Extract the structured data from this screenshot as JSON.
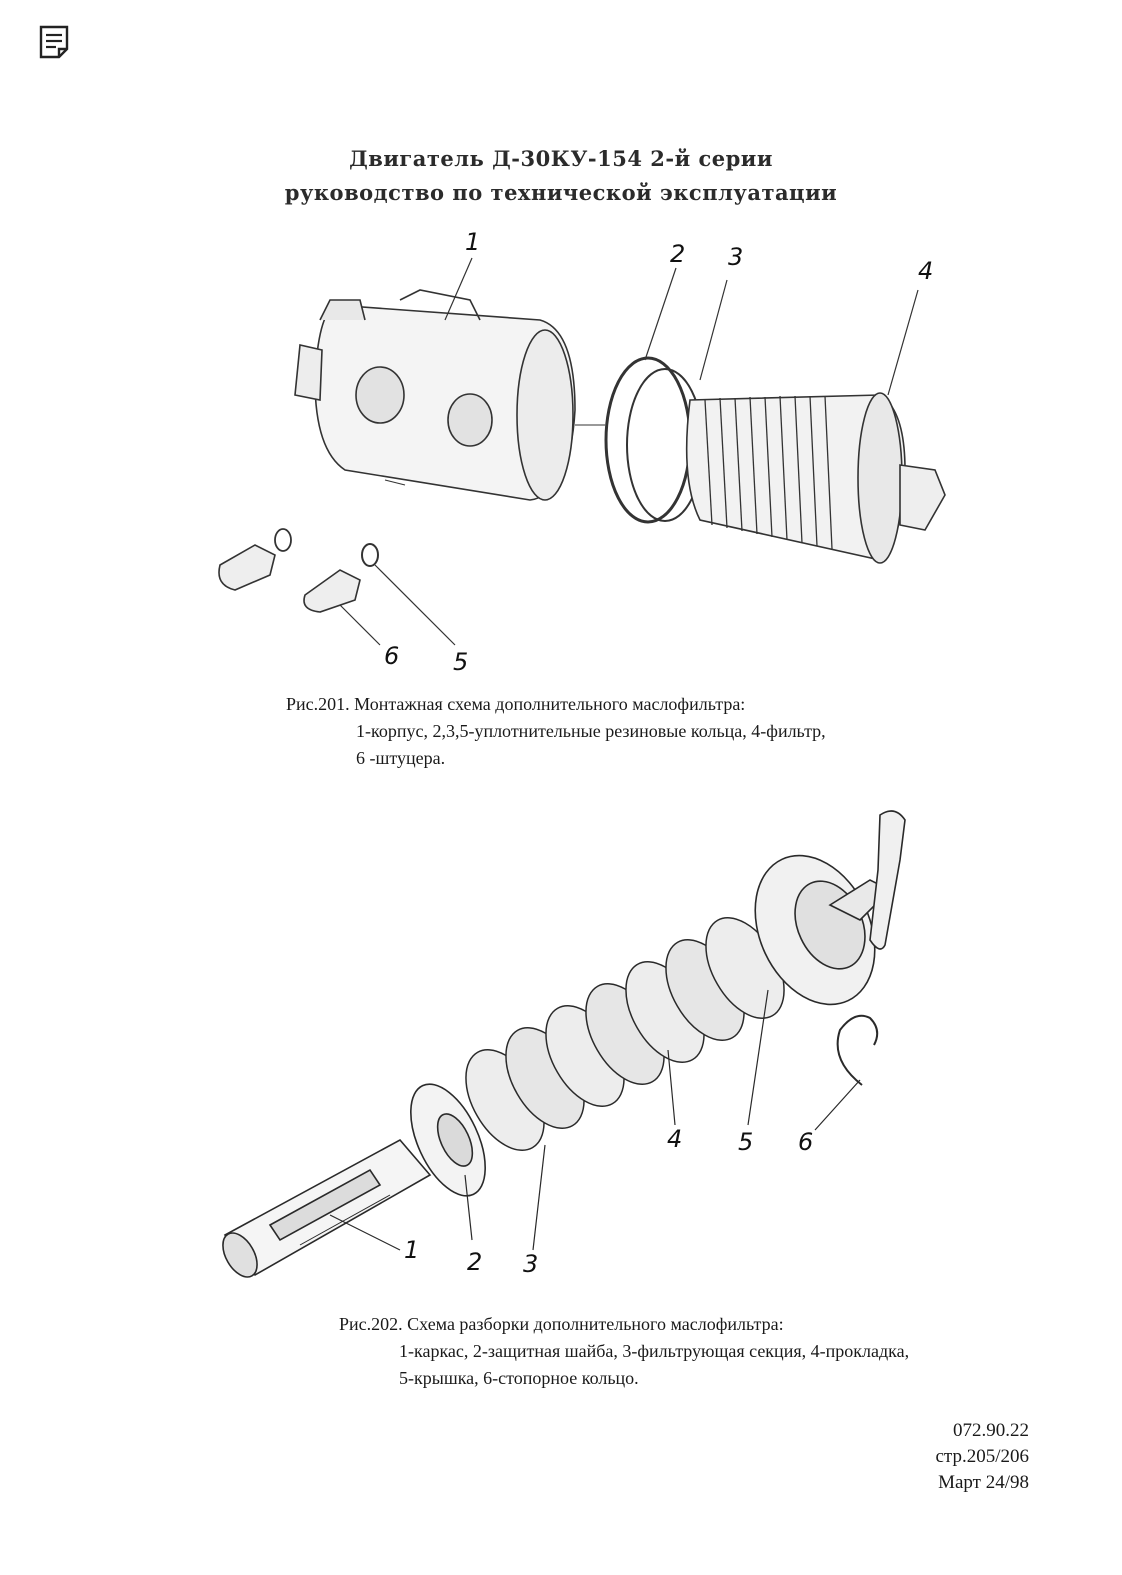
{
  "header": {
    "line1": "Двигатель Д-30КУ-154 2-й серии",
    "line2": "руководство по технической эксплуатации"
  },
  "figure201": {
    "labels": [
      "1",
      "2",
      "3",
      "4",
      "5",
      "6"
    ],
    "caption_title": "Рис.201. Монтажная схема дополнительного маслофильтра:",
    "caption_line1": "1-корпус, 2,3,5-уплотнительные резиновые кольца, 4-фильтр,",
    "caption_line2": "6 -штуцера."
  },
  "figure202": {
    "labels": [
      "1",
      "2",
      "3",
      "4",
      "5",
      "6"
    ],
    "caption_title": "Рис.202. Схема разборки дополнительного маслофильтра:",
    "caption_line1": "1-каркас, 2-защитная шайба, 3-фильтрующая секция, 4-прокладка,",
    "caption_line2": "5-крышка, 6-стопорное кольцо."
  },
  "footer": {
    "doc_number": "072.90.22",
    "page": "стр.205/206",
    "date": "Март 24/98"
  },
  "icons": {
    "document": "document-icon"
  }
}
